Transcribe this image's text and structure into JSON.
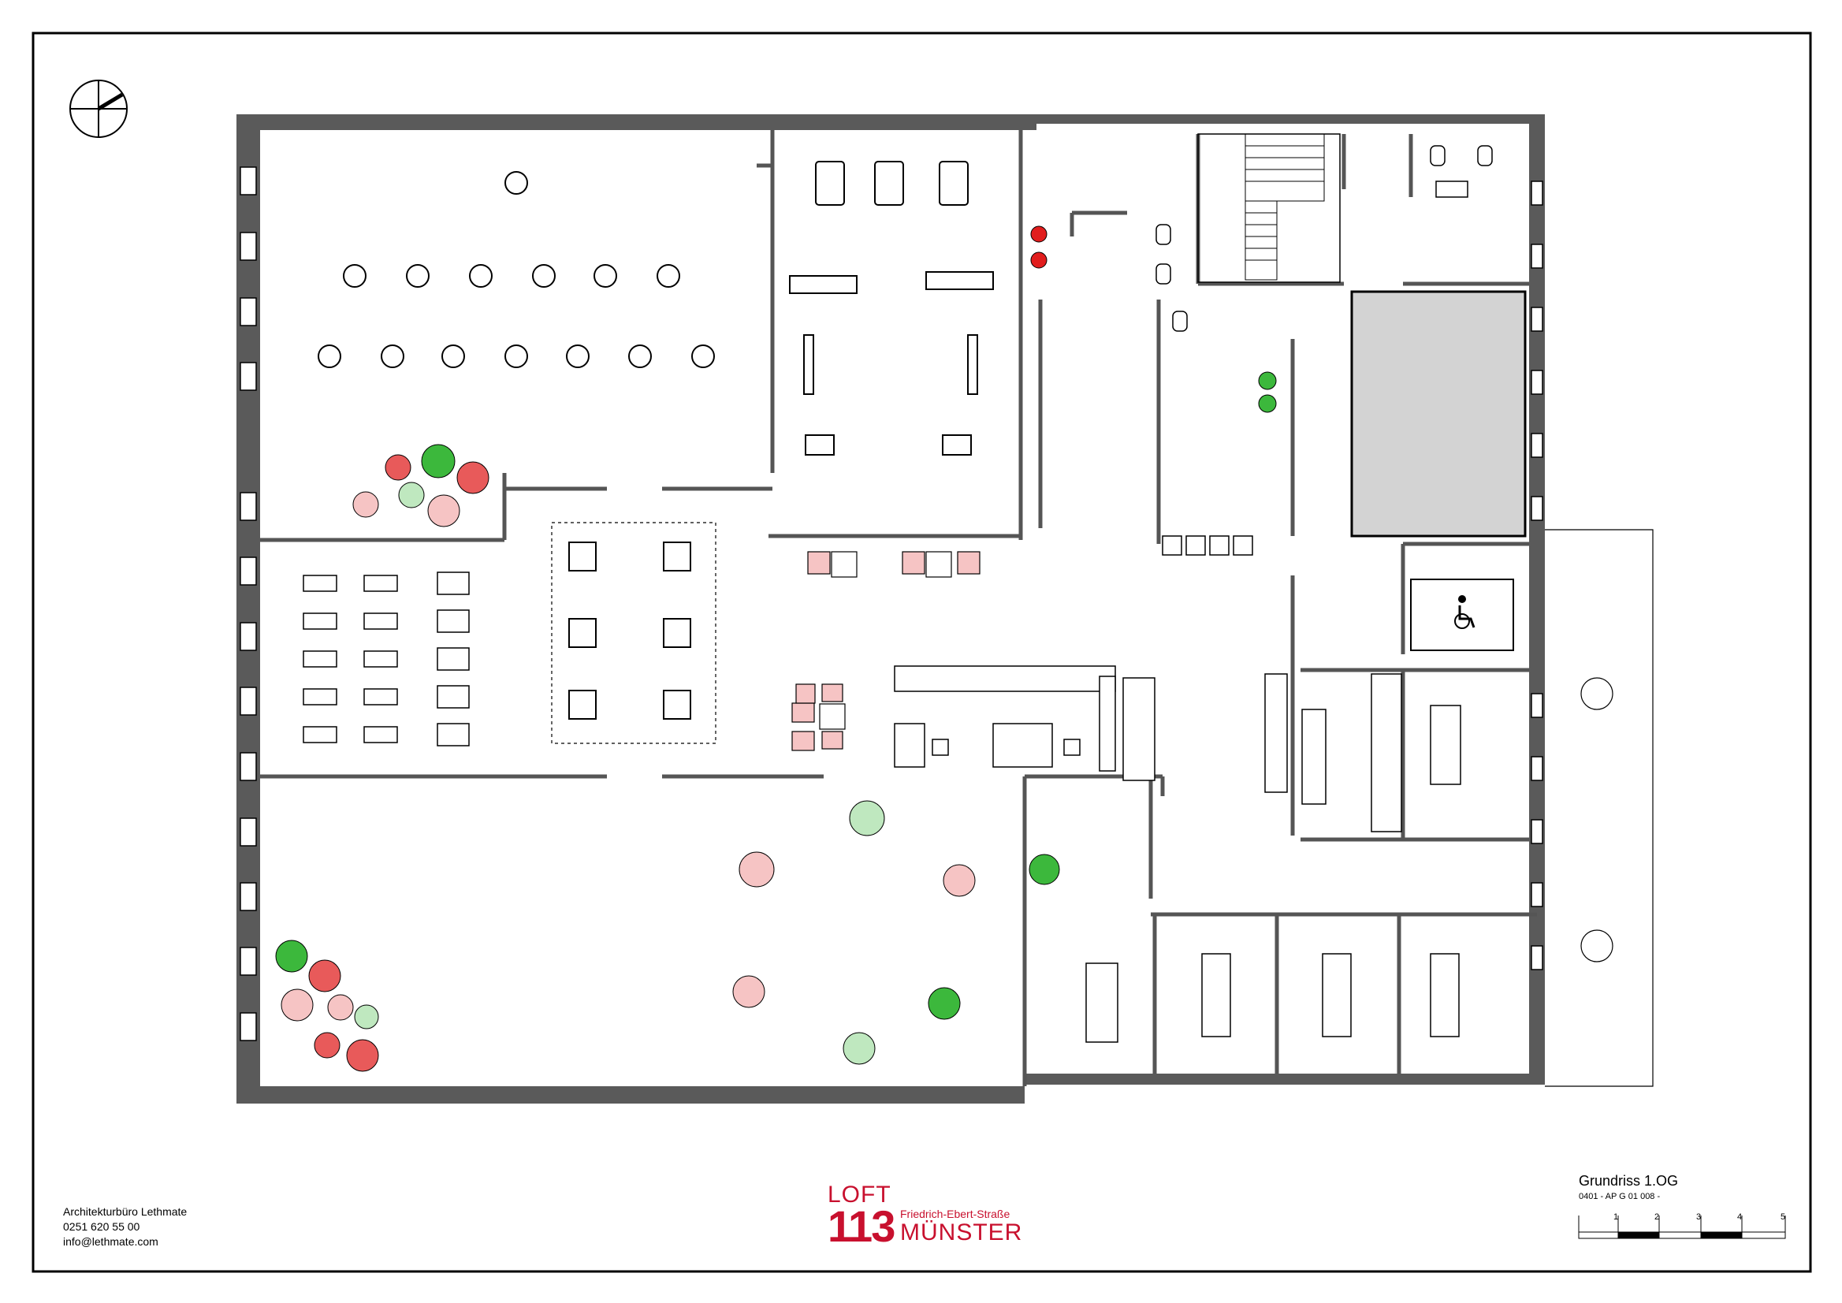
{
  "architect": {
    "name": "Architekturbüro Lethmate",
    "phone": "0251 620 55 00",
    "email": "info@lethmate.com"
  },
  "logo": {
    "word": "LOFT",
    "number": "113",
    "street": "Friedrich-Ebert-Straße",
    "city": "MÜNSTER"
  },
  "drawing": {
    "title": "Grundriss 1.OG",
    "code": "0401 - AP G 01 008 -",
    "scale_ticks": [
      "1",
      "2",
      "3",
      "4",
      "5"
    ]
  },
  "colors": {
    "wall": "#5a5a5a",
    "ink": "#000000",
    "brand_red": "#c8102e",
    "red_dark": "#e85a5a",
    "red_light": "#f6c4c4",
    "green_dark": "#3cb83c",
    "green_light": "#bfe8bf",
    "grey_room": "#d3d3d3",
    "red_marker": "#e11d1d"
  },
  "icons": [
    "north-arrow-icon",
    "wheelchair-icon",
    "treadmill-icon",
    "person-icon"
  ]
}
